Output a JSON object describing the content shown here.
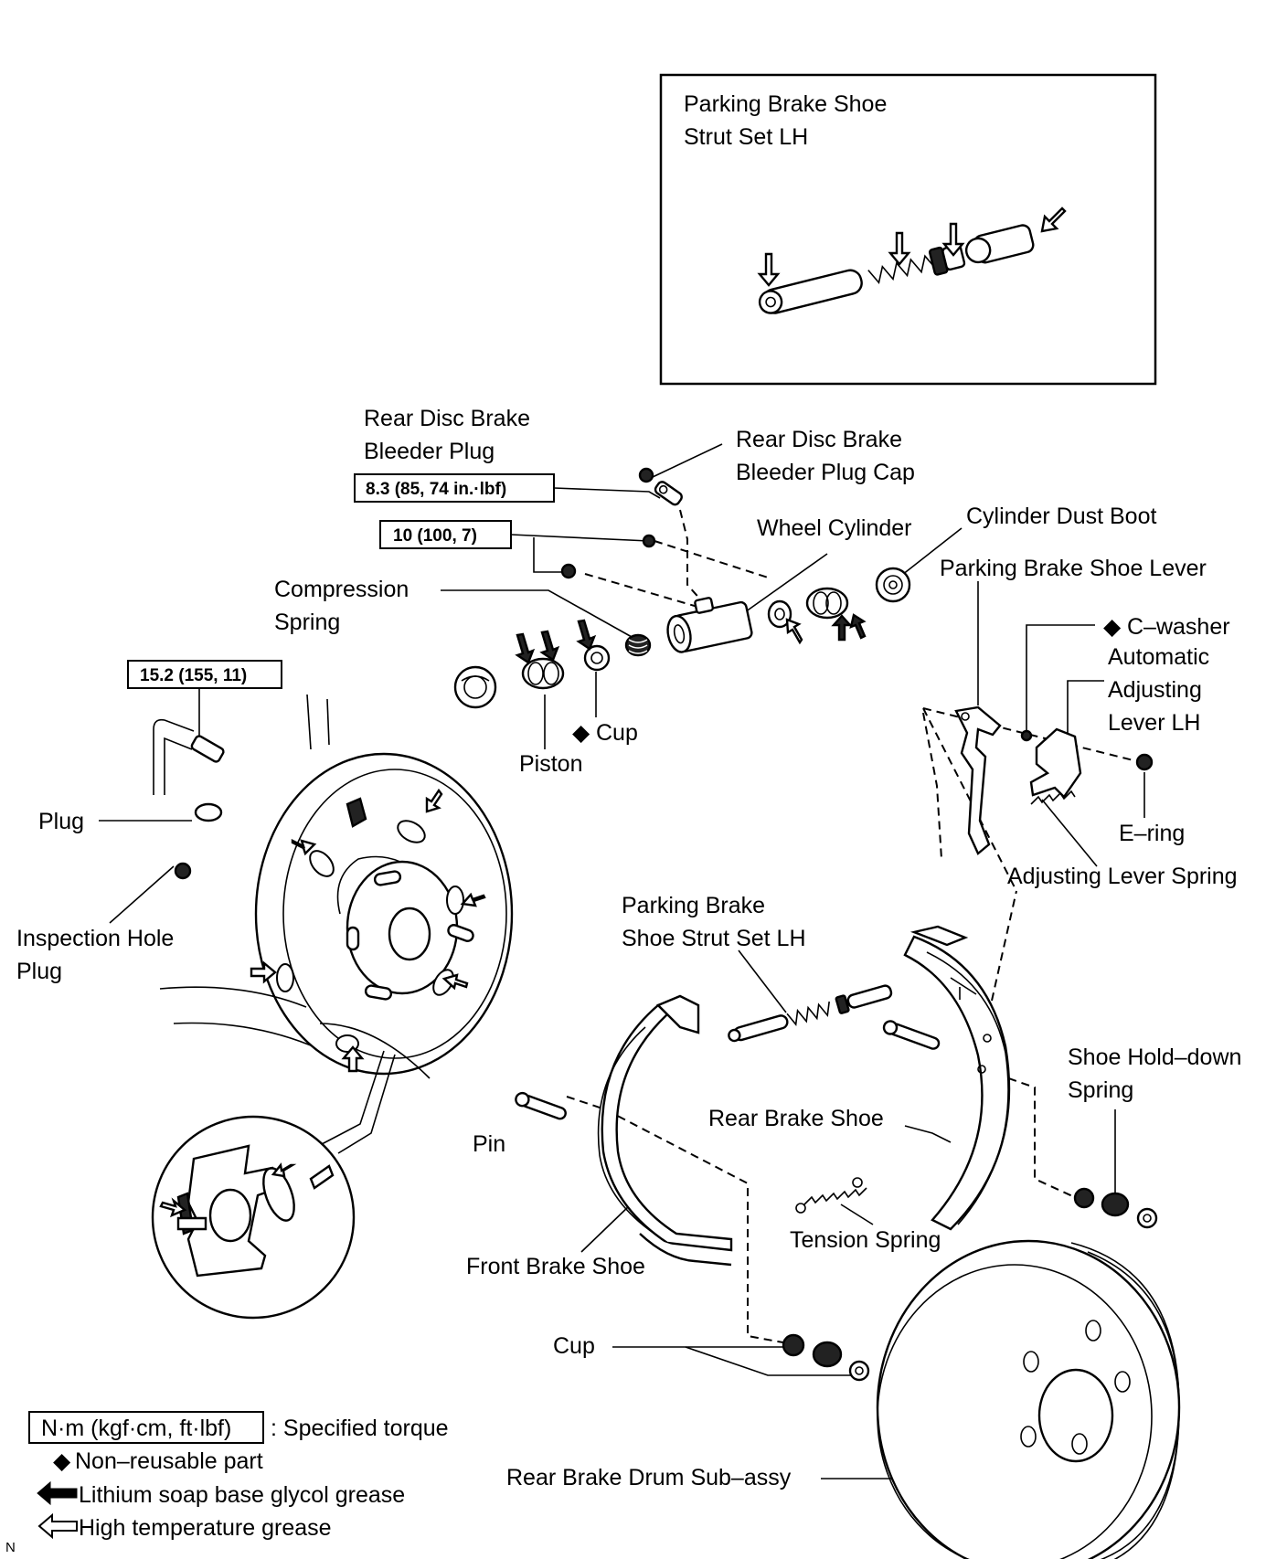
{
  "inset": {
    "title_line1": "Parking Brake Shoe",
    "title_line2": "Strut Set LH"
  },
  "labels": {
    "bleeder_plug_1": "Rear Disc Brake",
    "bleeder_plug_2": "Bleeder Plug",
    "bleeder_cap_1": "Rear Disc Brake",
    "bleeder_cap_2": "Bleeder Plug Cap",
    "wheel_cylinder": "Wheel Cylinder",
    "cylinder_dust_boot": "Cylinder Dust Boot",
    "compression_spring_1": "Compression",
    "compression_spring_2": "Spring",
    "parking_brake_shoe_lever": "Parking Brake Shoe Lever",
    "c_washer": "C–washer",
    "auto_adjust_1": "Automatic",
    "auto_adjust_2": "Adjusting",
    "auto_adjust_3": "Lever LH",
    "cup_top": "Cup",
    "piston": "Piston",
    "e_ring": "E–ring",
    "adjusting_lever_spring": "Adjusting Lever Spring",
    "plug": "Plug",
    "inspection_hole_1": "Inspection  Hole",
    "inspection_hole_2": "Plug",
    "strut_set_1": "Parking Brake",
    "strut_set_2": "Shoe Strut Set LH",
    "shoe_holddown_1": "Shoe Hold–down",
    "shoe_holddown_2": "Spring",
    "rear_brake_shoe": "Rear Brake Shoe",
    "pin": "Pin",
    "tension_spring": "Tension Spring",
    "front_brake_shoe": "Front Brake Shoe",
    "cup_bottom": "Cup",
    "rear_brake_drum": "Rear Brake Drum Sub–assy"
  },
  "torques": {
    "bleeder_plug": "8.3 (85, 74 in.·lbf)",
    "brake_line": "10 (100, 7)",
    "tube_union": "15.2 (155, 11)"
  },
  "legend": {
    "torque_unit": "N·m (kgf·cm, ft·lbf)",
    "torque_desc": ": Specified torque",
    "non_reusable": "Non–reusable part",
    "lithium_grease": "Lithium soap base glycol grease",
    "high_temp_grease": "High temperature grease",
    "corner_mark": "N"
  },
  "icons": {
    "non_reusable": "diamond-icon",
    "lithium_grease": "solid-arrow-icon",
    "high_temp_grease": "hollow-arrow-icon"
  }
}
